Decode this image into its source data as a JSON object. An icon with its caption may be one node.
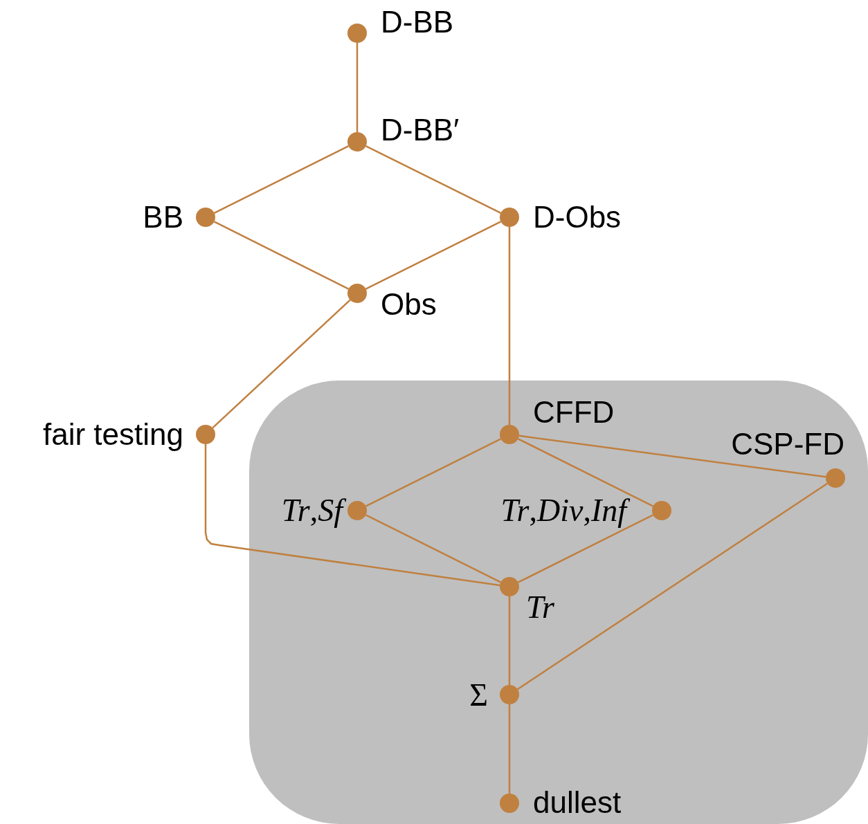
{
  "diagram": {
    "nodes": [
      {
        "text": [],
        "shape": "circle",
        "beside": [
          "D-BB"
        ]
      },
      {
        "text": [],
        "shape": "circle",
        "beside": [
          "D-BB′"
        ]
      },
      {
        "text": [],
        "shape": "circle",
        "beside": [
          "BB"
        ]
      },
      {
        "text": [],
        "shape": "circle",
        "beside": [
          "D-Obs"
        ]
      },
      {
        "text": [],
        "shape": "circle",
        "beside": [
          "Obs"
        ]
      },
      {
        "text": [],
        "shape": "circle",
        "beside": [
          "fair testing"
        ]
      },
      {
        "text": [],
        "shape": "box"
      },
      {
        "text": [],
        "shape": "circle",
        "beside": [
          "CFFD"
        ],
        "in": 6
      },
      {
        "text": [],
        "shape": "circle",
        "beside": [
          "CSP-FD"
        ],
        "in": 6
      },
      {
        "text": [],
        "shape": "circle",
        "beside": [
          "*Tr*,*Sf*"
        ],
        "in": 6
      },
      {
        "text": [],
        "shape": "circle",
        "beside": [
          "*Tr*,*Div*,*Inf*"
        ],
        "in": 6
      },
      {
        "text": [],
        "shape": "circle",
        "beside": [
          "*Tr*"
        ],
        "in": 6
      },
      {
        "text": [],
        "shape": "circle",
        "beside": [
          "Σ"
        ],
        "in": 6
      },
      {
        "text": [],
        "shape": "circle",
        "beside": [
          "dullest"
        ],
        "in": 6
      }
    ],
    "edges": [
      {
        "from": 0,
        "to": 1,
        "arrow": "none"
      },
      {
        "from": 1,
        "to": 2,
        "arrow": "none"
      },
      {
        "from": 1,
        "to": 3,
        "arrow": "none"
      },
      {
        "from": 2,
        "to": 4,
        "arrow": "none"
      },
      {
        "from": 3,
        "to": 4,
        "arrow": "none"
      },
      {
        "from": 4,
        "to": 5,
        "arrow": "none"
      },
      {
        "from": 3,
        "to": 7,
        "arrow": "none"
      },
      {
        "from": 5,
        "to": 11,
        "arrow": "none"
      },
      {
        "from": 7,
        "to": 9,
        "arrow": "none"
      },
      {
        "from": 7,
        "to": 10,
        "arrow": "none"
      },
      {
        "from": 7,
        "to": 8,
        "arrow": "none"
      },
      {
        "from": 9,
        "to": 11,
        "arrow": "none"
      },
      {
        "from": 10,
        "to": 11,
        "arrow": "none"
      },
      {
        "from": 11,
        "to": 12,
        "arrow": "none"
      },
      {
        "from": 8,
        "to": 12,
        "arrow": "none"
      },
      {
        "from": 12,
        "to": 13,
        "arrow": "none"
      }
    ]
  }
}
